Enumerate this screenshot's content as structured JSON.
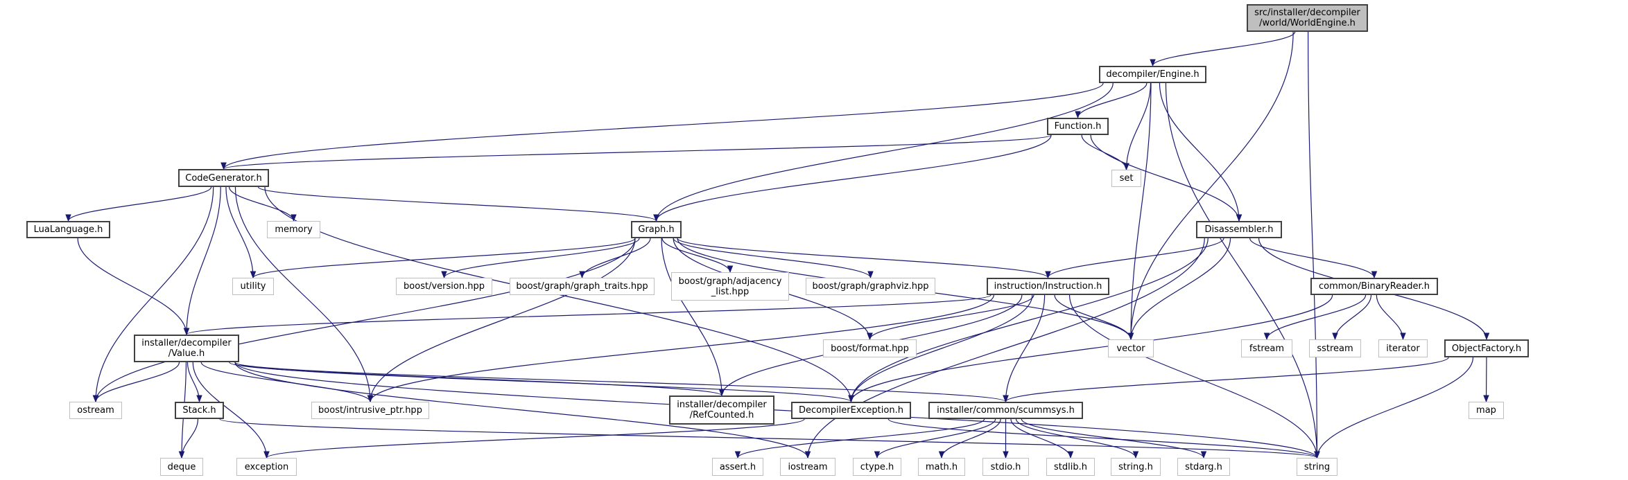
{
  "colors": {
    "edge": "#191970",
    "root_fill": "#bfbfbf",
    "doc_border": "#404040",
    "external_border": "#bfbfbf"
  },
  "nodes": [
    {
      "id": "root",
      "kind": "root",
      "lines": [
        "src/installer/decompiler",
        "/world/WorldEngine.h"
      ]
    },
    {
      "id": "engine",
      "kind": "doc",
      "lines": [
        "decompiler/Engine.h"
      ]
    },
    {
      "id": "function",
      "kind": "doc",
      "lines": [
        "Function.h"
      ]
    },
    {
      "id": "set",
      "kind": "ext",
      "lines": [
        "set"
      ]
    },
    {
      "id": "codegen",
      "kind": "doc",
      "lines": [
        "CodeGenerator.h"
      ]
    },
    {
      "id": "lualang",
      "kind": "doc",
      "lines": [
        "LuaLanguage.h"
      ]
    },
    {
      "id": "memory",
      "kind": "ext",
      "lines": [
        "memory"
      ]
    },
    {
      "id": "graph",
      "kind": "doc",
      "lines": [
        "Graph.h"
      ]
    },
    {
      "id": "disasm",
      "kind": "doc",
      "lines": [
        "Disassembler.h"
      ]
    },
    {
      "id": "utility",
      "kind": "ext",
      "lines": [
        "utility"
      ]
    },
    {
      "id": "bversion",
      "kind": "ext",
      "lines": [
        "boost/version.hpp"
      ]
    },
    {
      "id": "gtraits",
      "kind": "ext",
      "lines": [
        "boost/graph/graph_traits.hpp"
      ]
    },
    {
      "id": "adjlist",
      "kind": "ext",
      "lines": [
        "boost/graph/adjacency",
        "_list.hpp"
      ]
    },
    {
      "id": "graphviz",
      "kind": "ext",
      "lines": [
        "boost/graph/graphviz.hpp"
      ]
    },
    {
      "id": "instr",
      "kind": "doc",
      "lines": [
        "instruction/Instruction.h"
      ]
    },
    {
      "id": "binreader",
      "kind": "doc",
      "lines": [
        "common/BinaryReader.h"
      ]
    },
    {
      "id": "value",
      "kind": "doc",
      "lines": [
        "installer/decompiler",
        "/Value.h"
      ]
    },
    {
      "id": "bformat",
      "kind": "ext",
      "lines": [
        "boost/format.hpp"
      ]
    },
    {
      "id": "vector",
      "kind": "ext",
      "lines": [
        "vector"
      ]
    },
    {
      "id": "fstream",
      "kind": "ext",
      "lines": [
        "fstream"
      ]
    },
    {
      "id": "sstream",
      "kind": "ext",
      "lines": [
        "sstream"
      ]
    },
    {
      "id": "iterator",
      "kind": "ext",
      "lines": [
        "iterator"
      ]
    },
    {
      "id": "objfactory",
      "kind": "doc",
      "lines": [
        "ObjectFactory.h"
      ]
    },
    {
      "id": "ostream",
      "kind": "ext",
      "lines": [
        "ostream"
      ]
    },
    {
      "id": "stack",
      "kind": "doc",
      "lines": [
        "Stack.h"
      ]
    },
    {
      "id": "intrusive",
      "kind": "ext",
      "lines": [
        "boost/intrusive_ptr.hpp"
      ]
    },
    {
      "id": "refcounted",
      "kind": "doc",
      "lines": [
        "installer/decompiler",
        "/RefCounted.h"
      ]
    },
    {
      "id": "decexc",
      "kind": "doc",
      "lines": [
        "DecompilerException.h"
      ]
    },
    {
      "id": "scummsys",
      "kind": "doc",
      "lines": [
        "installer/common/scummsys.h"
      ]
    },
    {
      "id": "map",
      "kind": "ext",
      "lines": [
        "map"
      ]
    },
    {
      "id": "deque",
      "kind": "ext",
      "lines": [
        "deque"
      ]
    },
    {
      "id": "exception",
      "kind": "ext",
      "lines": [
        "exception"
      ]
    },
    {
      "id": "asserth",
      "kind": "ext",
      "lines": [
        "assert.h"
      ]
    },
    {
      "id": "iostream",
      "kind": "ext",
      "lines": [
        "iostream"
      ]
    },
    {
      "id": "ctypeh",
      "kind": "ext",
      "lines": [
        "ctype.h"
      ]
    },
    {
      "id": "mathh",
      "kind": "ext",
      "lines": [
        "math.h"
      ]
    },
    {
      "id": "stdioh",
      "kind": "ext",
      "lines": [
        "stdio.h"
      ]
    },
    {
      "id": "stdlibh",
      "kind": "ext",
      "lines": [
        "stdlib.h"
      ]
    },
    {
      "id": "stringh",
      "kind": "ext",
      "lines": [
        "string.h"
      ]
    },
    {
      "id": "stdargh",
      "kind": "ext",
      "lines": [
        "stdarg.h"
      ]
    },
    {
      "id": "string",
      "kind": "ext",
      "lines": [
        "string"
      ]
    }
  ],
  "edges": [
    [
      "root",
      "engine"
    ],
    [
      "root",
      "vector"
    ],
    [
      "root",
      "string"
    ],
    [
      "engine",
      "codegen"
    ],
    [
      "engine",
      "graph"
    ],
    [
      "engine",
      "function"
    ],
    [
      "engine",
      "set"
    ],
    [
      "engine",
      "vector"
    ],
    [
      "engine",
      "disasm"
    ],
    [
      "engine",
      "string"
    ],
    [
      "function",
      "codegen"
    ],
    [
      "function",
      "graph"
    ],
    [
      "function",
      "set"
    ],
    [
      "function",
      "disasm"
    ],
    [
      "codegen",
      "lualang"
    ],
    [
      "codegen",
      "memory"
    ],
    [
      "codegen",
      "graph"
    ],
    [
      "codegen",
      "utility"
    ],
    [
      "codegen",
      "ostream"
    ],
    [
      "codegen",
      "value"
    ],
    [
      "codegen",
      "intrusive"
    ],
    [
      "codegen",
      "decexc"
    ],
    [
      "lualang",
      "value"
    ],
    [
      "graph",
      "utility"
    ],
    [
      "graph",
      "bversion"
    ],
    [
      "graph",
      "gtraits"
    ],
    [
      "graph",
      "adjlist"
    ],
    [
      "graph",
      "graphviz"
    ],
    [
      "graph",
      "instr"
    ],
    [
      "graph",
      "vector"
    ],
    [
      "graph",
      "ostream"
    ],
    [
      "graph",
      "intrusive"
    ],
    [
      "graph",
      "bformat"
    ],
    [
      "graph",
      "refcounted"
    ],
    [
      "disasm",
      "instr"
    ],
    [
      "disasm",
      "vector"
    ],
    [
      "disasm",
      "binreader"
    ],
    [
      "disasm",
      "objfactory"
    ],
    [
      "disasm",
      "decexc"
    ],
    [
      "disasm",
      "iostream"
    ],
    [
      "instr",
      "value"
    ],
    [
      "instr",
      "bformat"
    ],
    [
      "instr",
      "vector"
    ],
    [
      "instr",
      "intrusive"
    ],
    [
      "instr",
      "refcounted"
    ],
    [
      "instr",
      "decexc"
    ],
    [
      "instr",
      "scummsys"
    ],
    [
      "instr",
      "string"
    ],
    [
      "value",
      "ostream"
    ],
    [
      "value",
      "deque"
    ],
    [
      "value",
      "stack"
    ],
    [
      "value",
      "exception"
    ],
    [
      "value",
      "intrusive"
    ],
    [
      "value",
      "refcounted"
    ],
    [
      "value",
      "decexc"
    ],
    [
      "value",
      "scummsys"
    ],
    [
      "value",
      "iostream"
    ],
    [
      "value",
      "string"
    ],
    [
      "stack",
      "deque"
    ],
    [
      "stack",
      "string"
    ],
    [
      "decexc",
      "exception"
    ],
    [
      "decexc",
      "string"
    ],
    [
      "scummsys",
      "asserth"
    ],
    [
      "scummsys",
      "ctypeh"
    ],
    [
      "scummsys",
      "mathh"
    ],
    [
      "scummsys",
      "stdioh"
    ],
    [
      "scummsys",
      "stdlibh"
    ],
    [
      "scummsys",
      "stringh"
    ],
    [
      "scummsys",
      "stdargh"
    ],
    [
      "binreader",
      "fstream"
    ],
    [
      "binreader",
      "sstream"
    ],
    [
      "binreader",
      "iterator"
    ],
    [
      "binreader",
      "decexc"
    ],
    [
      "objfactory",
      "map"
    ],
    [
      "objfactory",
      "string"
    ],
    [
      "objfactory",
      "scummsys"
    ]
  ]
}
